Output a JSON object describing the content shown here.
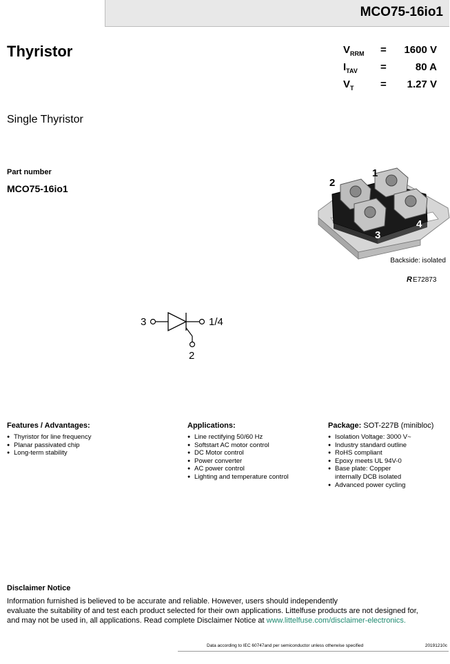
{
  "header": {
    "part_number": "MCO75-16io1"
  },
  "title": "Thyristor",
  "specs": [
    {
      "symbol": "V",
      "sub": "RRM",
      "eq": "=",
      "value": "1600 V"
    },
    {
      "symbol": "I",
      "sub": "TAV",
      "eq": "=",
      "value": "80 A"
    },
    {
      "symbol": "V",
      "sub": "T",
      "eq": "=",
      "value": "1.27 V"
    }
  ],
  "subtitle": "Single Thyristor",
  "part_number_label": "Part number",
  "part_number_value": "MCO75-16io1",
  "package_image": {
    "pin_labels": [
      "1",
      "2",
      "3",
      "4"
    ],
    "backside": "Backside: isolated"
  },
  "ul": {
    "logo": "R",
    "file": "E72873"
  },
  "symbol": {
    "left": "3",
    "right": "1/4",
    "gate": "2"
  },
  "features": {
    "heading": "Features / Advantages:",
    "items": [
      "Thyristor for line frequency",
      "Planar passivated chip",
      "Long-term stability"
    ]
  },
  "applications": {
    "heading": "Applications:",
    "items": [
      "Line rectifying 50/60 Hz",
      "Softstart AC motor control",
      "DC Motor control",
      "Power converter",
      "AC power control",
      "Lighting and temperature control"
    ]
  },
  "package": {
    "heading": "Package:",
    "type": "SOT-227B (minibloc)",
    "items": [
      "Isolation Voltage: 3000 V~",
      "Industry standard outline",
      "RoHS compliant",
      "Epoxy meets UL 94V-0",
      "Base plate: Copper",
      "internally DCB isolated",
      "Advanced power cycling"
    ]
  },
  "disclaimer": {
    "heading": "Disclaimer Notice",
    "line1": "Information furnished is believed to be accurate and reliable. However, users should independently",
    "line2": "evaluate the suitability of and test each product selected for their own applications. Littelfuse products are not designed for,",
    "line3": "and may not be used in, all applications. Read complete Disclaimer Notice at",
    "link": "www.littelfuse.com/disclaimer-electronics."
  },
  "footer": {
    "note": "Data according to IEC 60747and per semiconductor unless otherwise specified",
    "code": "20191210c"
  }
}
